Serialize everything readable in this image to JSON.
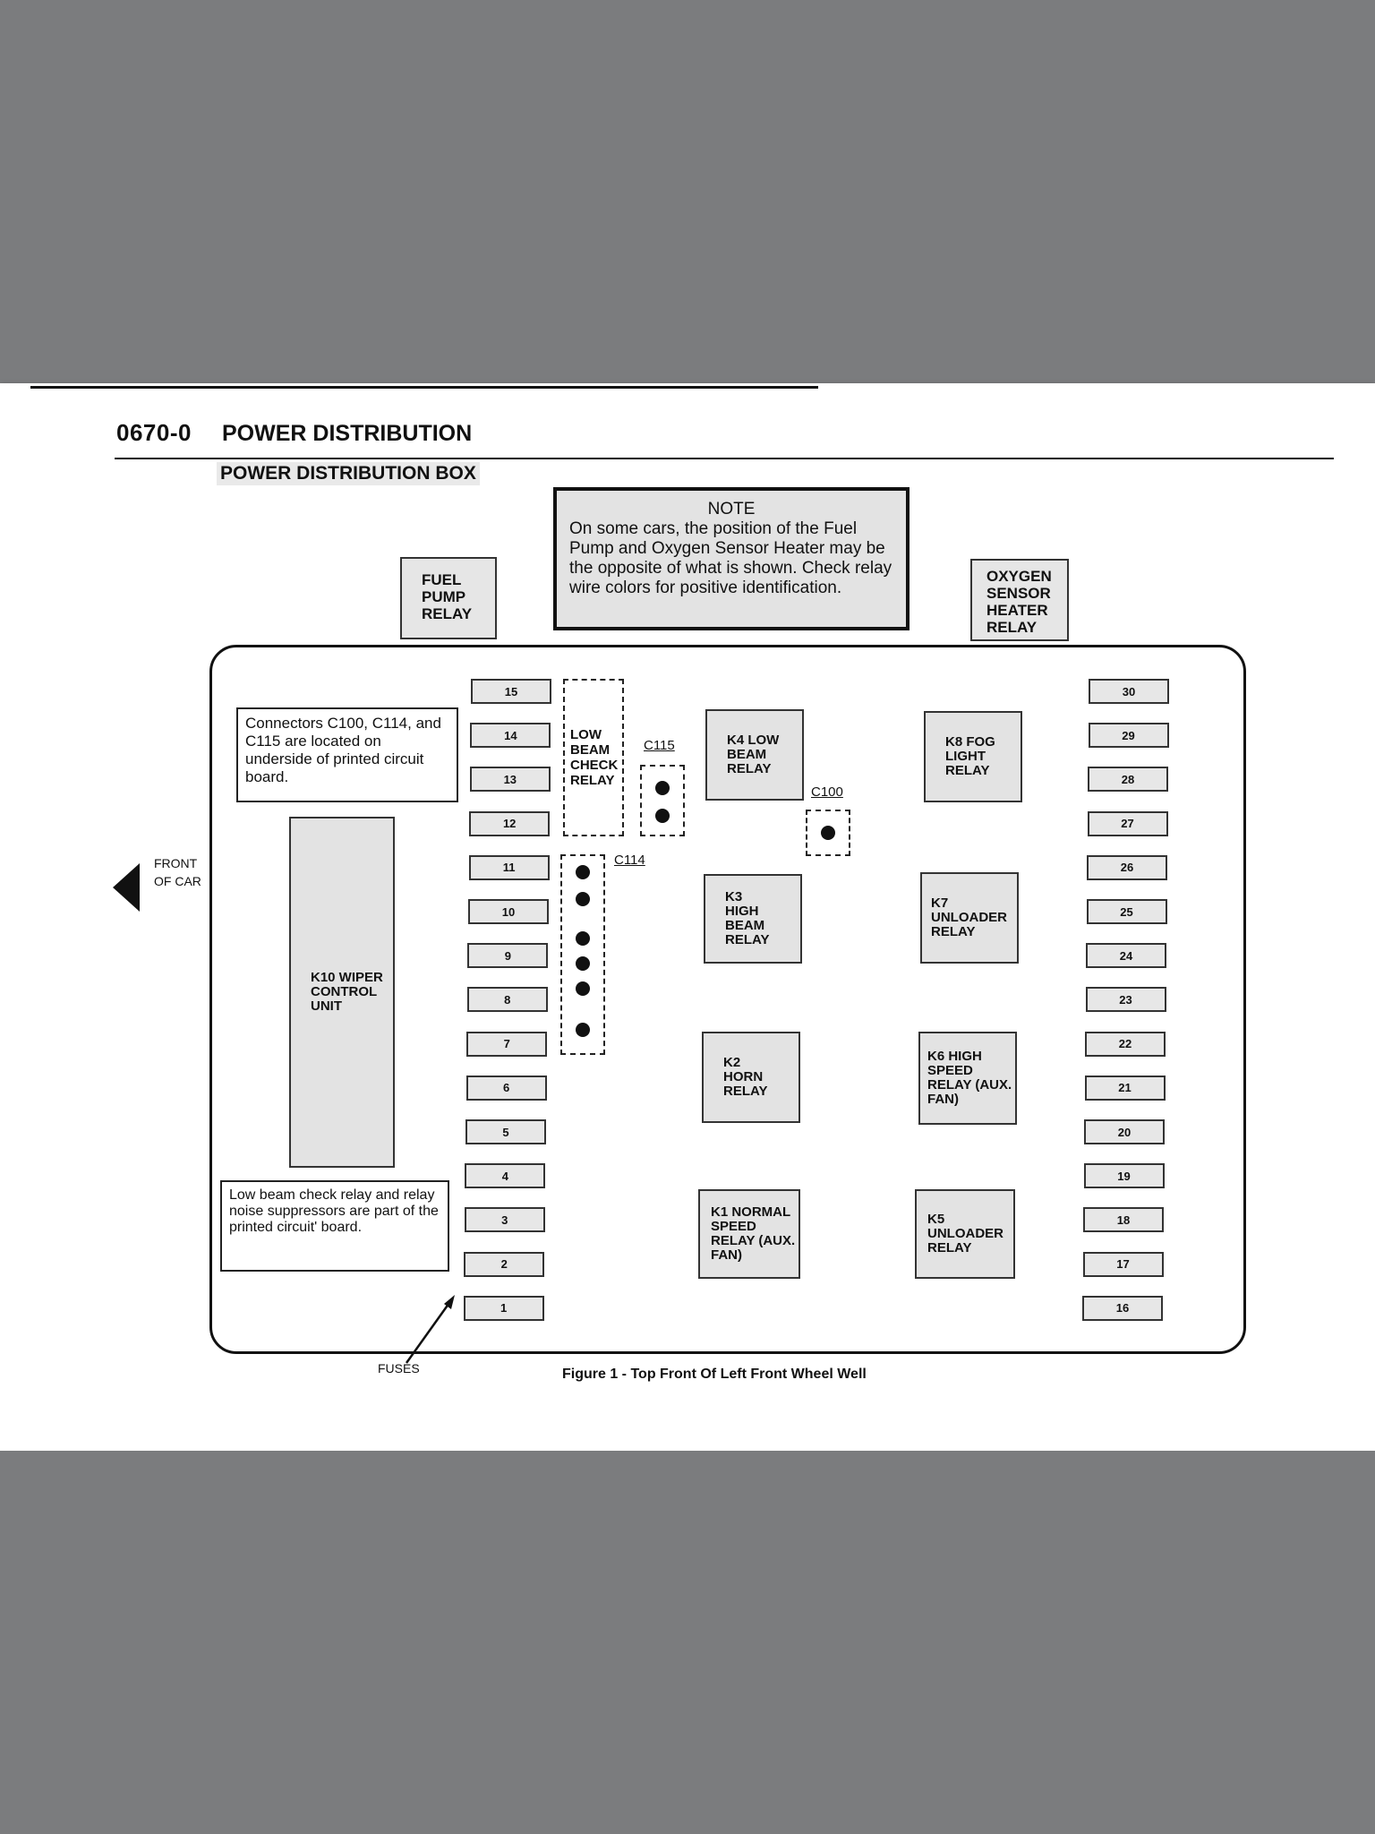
{
  "header": {
    "section_number": "0670-0",
    "section_title": "POWER DISTRIBUTION",
    "subtitle": "POWER DISTRIBUTION BOX"
  },
  "note": {
    "title": "NOTE",
    "body": "On some cars, the position of the Fuel Pump and Oxygen Sensor Heater may be the opposite of what is shown. Check relay wire colors for positive identification."
  },
  "top_relays": {
    "fuel_pump": "FUEL PUMP RELAY",
    "oxygen_sensor": "OXYGEN SENSOR HEATER RELAY"
  },
  "info": {
    "connectors": "Connectors C100, C114, and C115 are located on underside of printed circuit board.",
    "low_beam": "Low beam check relay and relay noise suppressors are part of the printed circuit' board."
  },
  "front_of_car": "FRONT OF CAR",
  "fuses_label": "FUSES",
  "caption": "Figure 1 - Top Front Of Left Front Wheel Well",
  "left_fuses": [
    "15",
    "14",
    "13",
    "12",
    "11",
    "10",
    "9",
    "8",
    "7",
    "6",
    "5",
    "4",
    "3",
    "2",
    "1"
  ],
  "right_fuses": [
    "30",
    "29",
    "28",
    "27",
    "26",
    "25",
    "24",
    "23",
    "22",
    "21",
    "20",
    "19",
    "18",
    "17",
    "16"
  ],
  "connectors": {
    "c115": "C115",
    "c114": "C114",
    "c100": "C100"
  },
  "relays": {
    "low_beam_check": "LOW BEAM CHECK RELAY",
    "k10": "K10 WIPER CONTROL UNIT",
    "k4": "K4 LOW BEAM RELAY",
    "k3": "K3 HIGH BEAM RELAY",
    "k2": "K2 HORN RELAY",
    "k1": "K1 NORMAL SPEED RELAY (AUX. FAN)",
    "k8": "K8 FOG LIGHT RELAY",
    "k7": "K7 UNLOADER RELAY",
    "k6": "K6 HIGH SPEED RELAY (AUX. FAN)",
    "k5": "K5 UNLOADER RELAY"
  }
}
